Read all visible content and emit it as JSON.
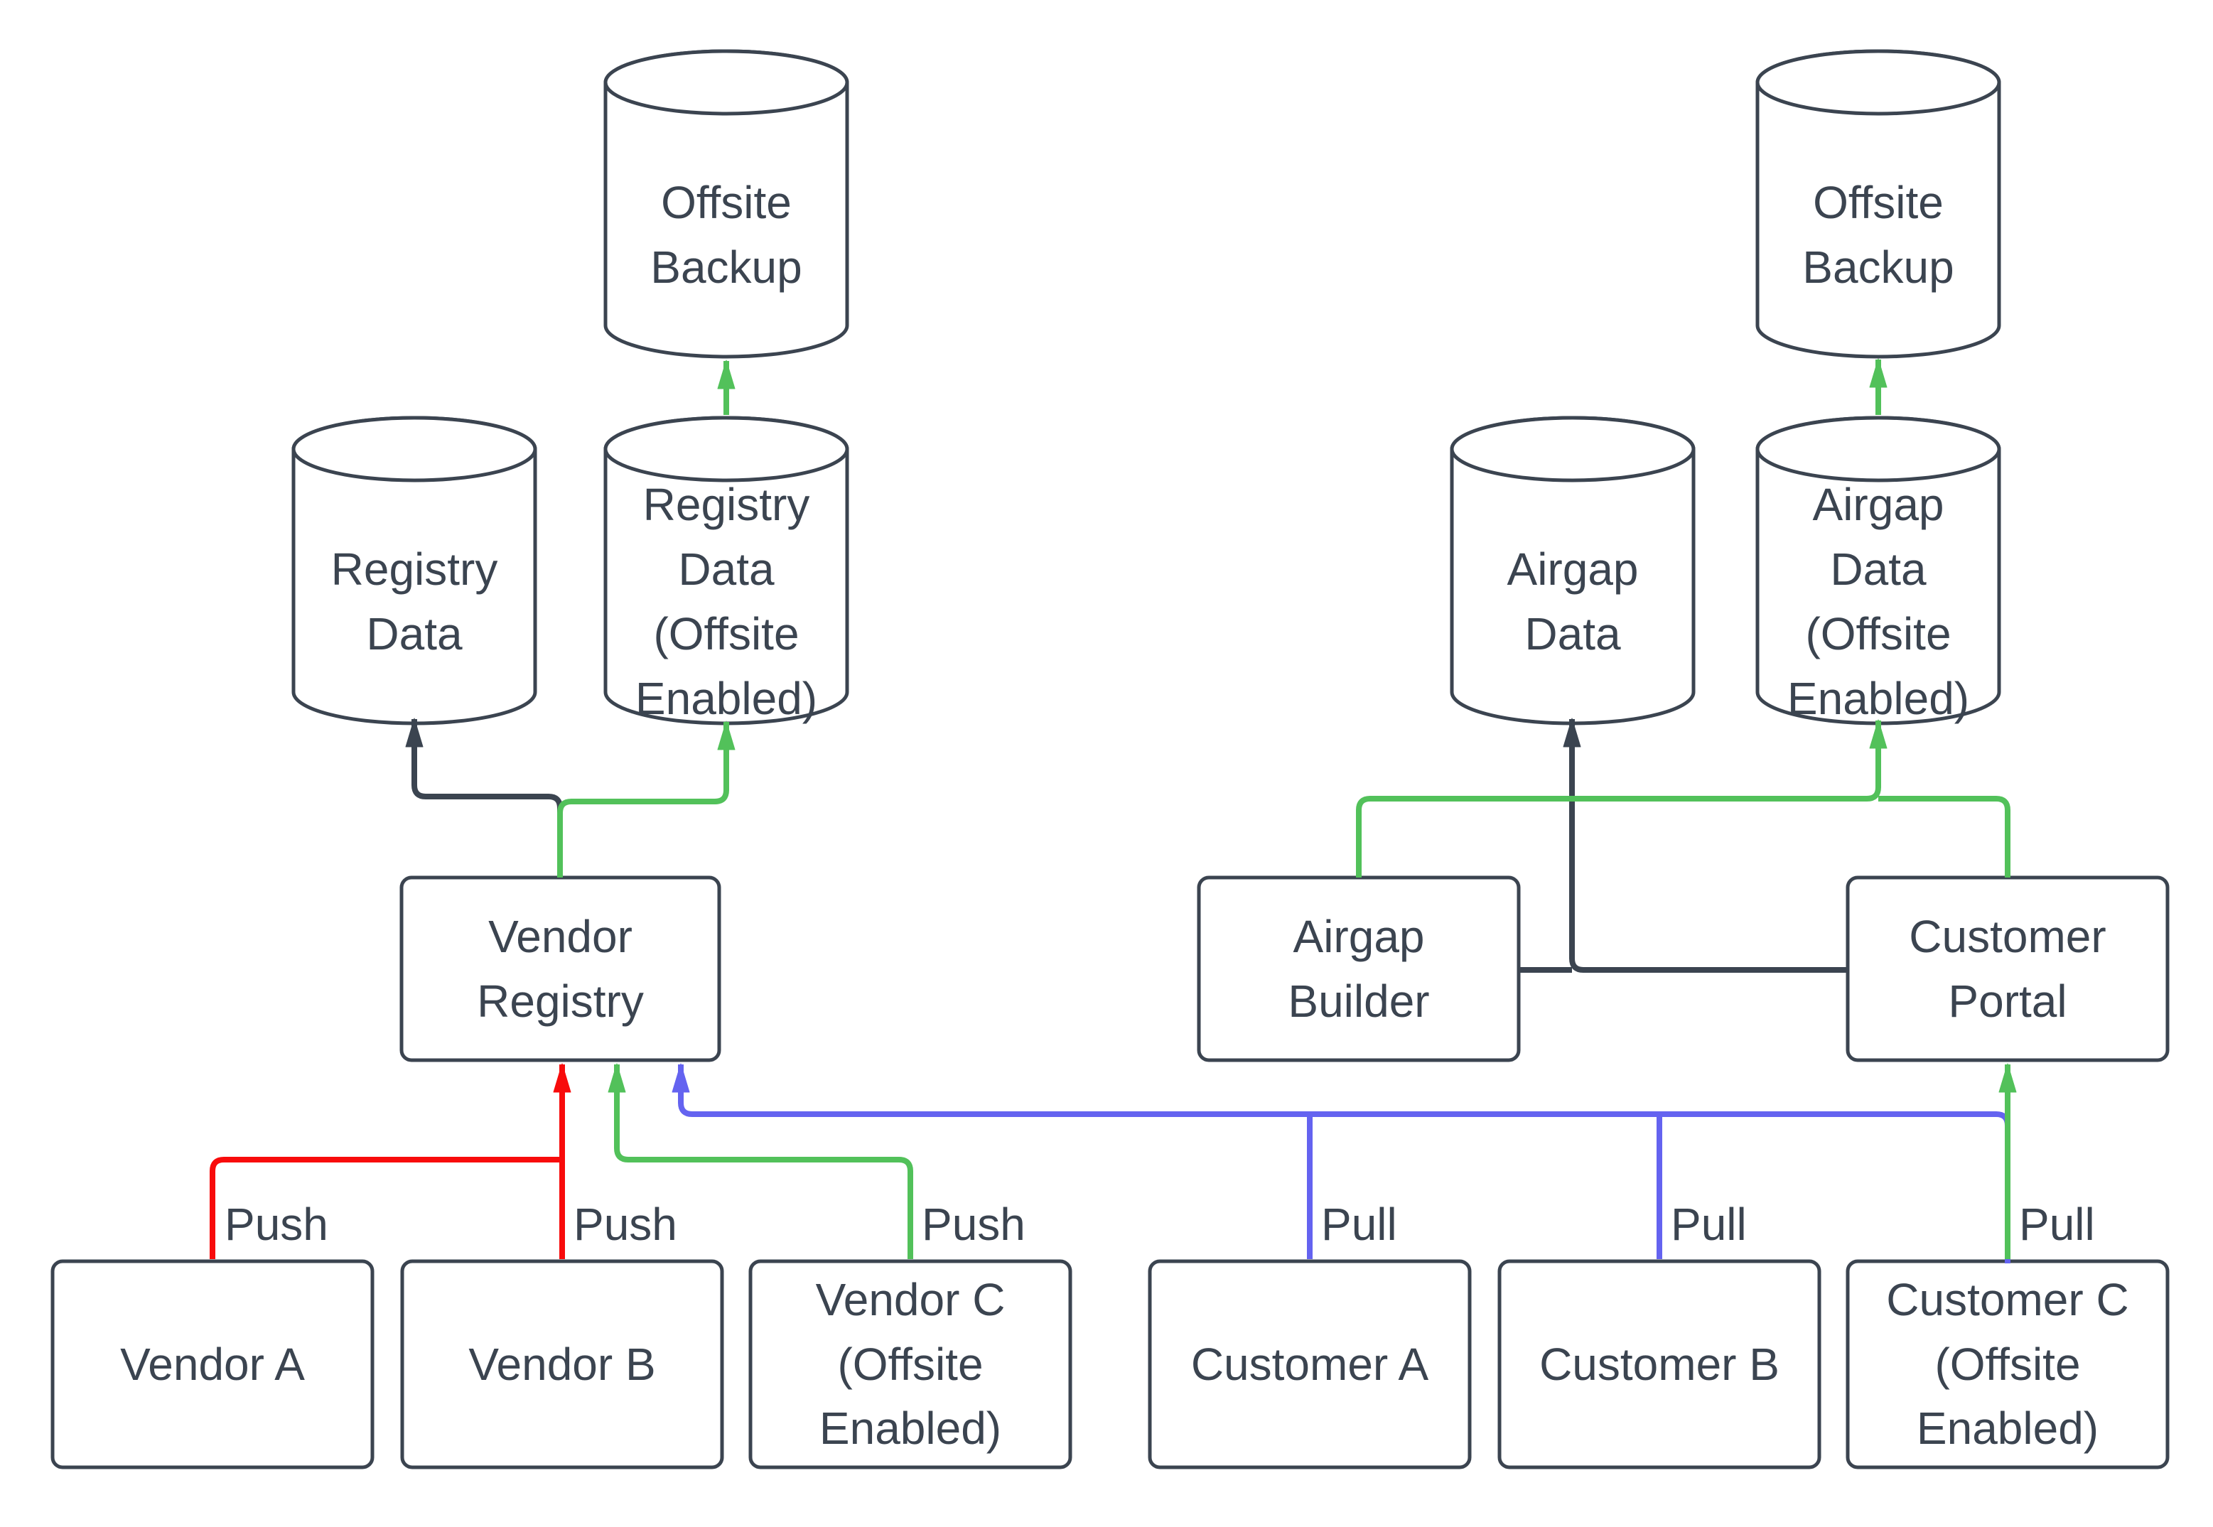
{
  "diagram": {
    "background": "#ffffff",
    "colors": {
      "slate": "#3b4450",
      "red": "#f80b0b",
      "green": "#52c15a",
      "blue": "#6463f0",
      "shape_fill": "#ffffff"
    },
    "nodes": {
      "offsite_backup_left": {
        "label": "Offsite Backup",
        "shape": "cylinder"
      },
      "offsite_backup_right": {
        "label": "Offsite Backup",
        "shape": "cylinder"
      },
      "registry_data": {
        "label": "Registry Data",
        "shape": "cylinder"
      },
      "registry_data_offsite": {
        "label": "Registry Data (Offsite Enabled)",
        "shape": "cylinder"
      },
      "airgap_data": {
        "label": "Airgap Data",
        "shape": "cylinder"
      },
      "airgap_data_offsite": {
        "label": "Airgap Data (Offsite Enabled)",
        "shape": "cylinder"
      },
      "vendor_registry": {
        "label": "Vendor Registry",
        "shape": "box"
      },
      "airgap_builder": {
        "label": "Airgap Builder",
        "shape": "box"
      },
      "customer_portal": {
        "label": "Customer Portal",
        "shape": "box"
      },
      "vendor_a": {
        "label": "Vendor A",
        "shape": "box"
      },
      "vendor_b": {
        "label": "Vendor B",
        "shape": "box"
      },
      "vendor_c": {
        "label": "Vendor C (Offsite Enabled)",
        "shape": "box"
      },
      "customer_a": {
        "label": "Customer A",
        "shape": "box"
      },
      "customer_b": {
        "label": "Customer B",
        "shape": "box"
      },
      "customer_c": {
        "label": "Customer C (Offsite Enabled)",
        "shape": "box"
      }
    },
    "edge_labels": {
      "push_vendor_a": "Push",
      "push_vendor_b": "Push",
      "push_vendor_c": "Push",
      "pull_customer_a": "Pull",
      "pull_customer_b": "Pull",
      "pull_customer_c": "Pull"
    },
    "edges": [
      {
        "from": "Vendor Registry",
        "to": "Registry Data",
        "color": "slate",
        "label": ""
      },
      {
        "from": "Vendor Registry",
        "to": "Registry Data (Offsite Enabled)",
        "color": "green",
        "label": ""
      },
      {
        "from": "Registry Data (Offsite Enabled)",
        "to": "Offsite Backup",
        "color": "green",
        "label": ""
      },
      {
        "from": "Vendor A",
        "to": "Vendor Registry",
        "color": "red",
        "label": "Push"
      },
      {
        "from": "Vendor B",
        "to": "Vendor Registry",
        "color": "red",
        "label": "Push"
      },
      {
        "from": "Vendor C (Offsite Enabled)",
        "to": "Vendor Registry",
        "color": "green",
        "label": "Push"
      },
      {
        "from": "Customer A",
        "to": "Vendor Registry",
        "color": "blue",
        "label": "Pull"
      },
      {
        "from": "Customer B",
        "to": "Vendor Registry",
        "color": "blue",
        "label": "Pull"
      },
      {
        "from": "Customer C (Offsite Enabled)",
        "to": "Customer Portal",
        "color": "green",
        "label": "Pull"
      },
      {
        "from": "Airgap Builder",
        "to": "Airgap Data",
        "color": "slate",
        "label": ""
      },
      {
        "from": "Customer Portal",
        "to": "Airgap Data",
        "color": "slate",
        "label": ""
      },
      {
        "from": "Airgap Builder",
        "to": "Airgap Data (Offsite Enabled)",
        "color": "green",
        "label": ""
      },
      {
        "from": "Customer Portal",
        "to": "Airgap Data (Offsite Enabled)",
        "color": "green",
        "label": ""
      },
      {
        "from": "Airgap Data (Offsite Enabled)",
        "to": "Offsite Backup",
        "color": "green",
        "label": ""
      }
    ]
  }
}
